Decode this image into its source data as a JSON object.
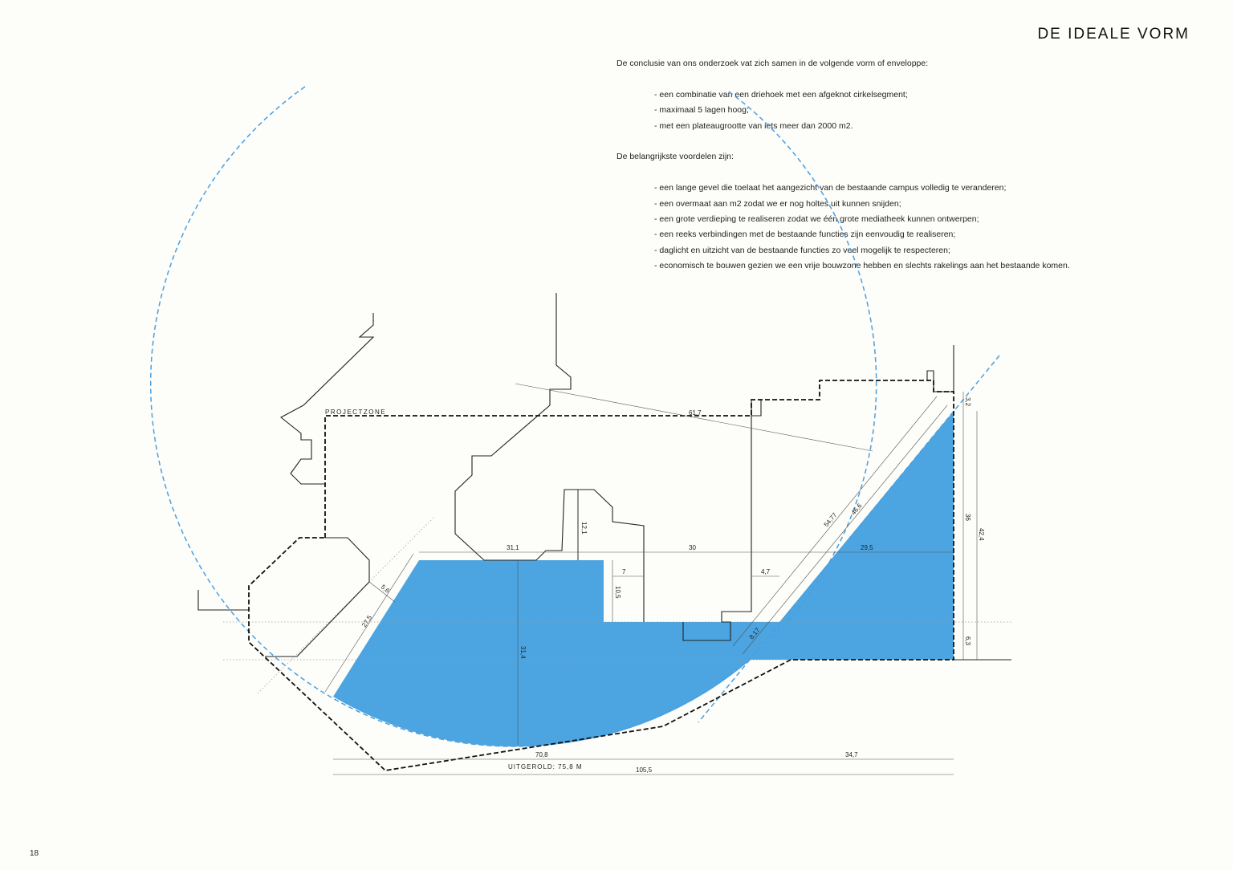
{
  "page": {
    "title": "DE IDEALE VORM",
    "page_number": "18"
  },
  "text": {
    "intro": "De conclusie van ons onderzoek vat zich samen in de volgende vorm of enveloppe:",
    "form_items": [
      "- een combinatie van een driehoek met een afgeknot cirkelsegment;",
      "- maximaal 5 lagen hoog;",
      "- met een plateaugrootte van iets meer dan 2000 m2."
    ],
    "advantages_heading": "De belangrijkste voordelen zijn:",
    "advantages": [
      "- een lange gevel die toelaat het aangezicht van de bestaande campus volledig te veranderen;",
      "- een overmaat aan m2 zodat we er nog holtes uit kunnen snijden;",
      "- een grote verdieping te realiseren zodat we één grote mediatheek kunnen ontwerpen;",
      "- een reeks verbindingen met de bestaande functies zijn eenvoudig te realiseren;",
      "- daglicht en uitzicht van de bestaande functies zo veel mogelijk te respecteren;",
      "- economisch te bouwen gezien we een vrije bouwzone hebben en slechts rakelings aan het bestaande komen."
    ]
  },
  "plan": {
    "zone_label": "PROJECTZONE",
    "unrolled_label": "UITGEROLD: 75,8 M",
    "dims": {
      "d61_7": "61,7",
      "d31_1": "31,1",
      "d30": "30",
      "d29_5": "29,5",
      "d12_1": "12,1",
      "d7": "7",
      "d10_5": "10,5",
      "d4_7": "4,7",
      "d5_6": "5,6",
      "d27_5": "27,5",
      "d31_4": "31,4",
      "d54_77": "54,77",
      "d46_6": "46,6",
      "d8_17": "8,17",
      "d3_2": "3,2",
      "d36": "36",
      "d42_4": "42,4",
      "d6_3": "6,3",
      "d70_8": "70,8",
      "d34_7": "34,7",
      "d105_5": "105,5"
    },
    "colors": {
      "fill": "#4ca5e0",
      "circle": "#4a9fe0"
    }
  }
}
